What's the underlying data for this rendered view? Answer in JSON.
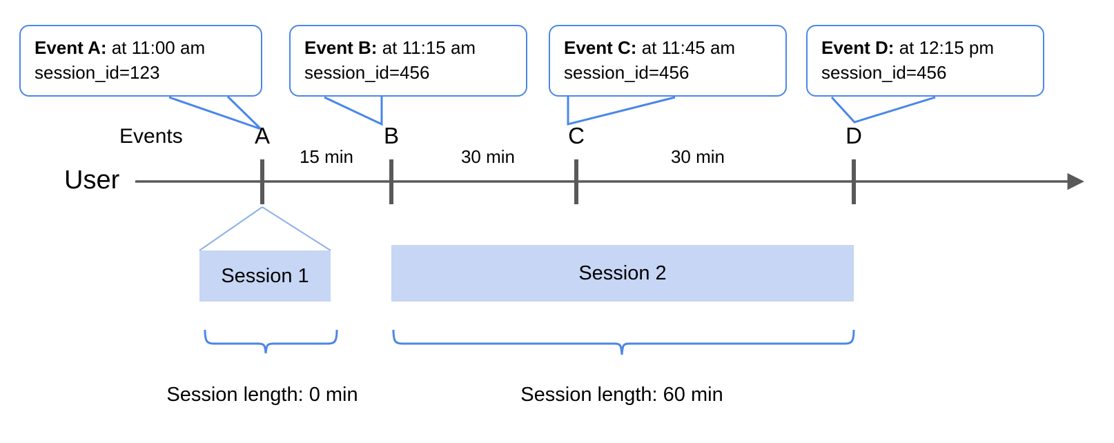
{
  "diagram": {
    "title_axis_labels": {
      "events_row": "Events",
      "user_row": "User"
    },
    "callouts": [
      {
        "id": "A",
        "label": "Event A:",
        "time_text": " at 11:00 am",
        "session_line": "session_id=123"
      },
      {
        "id": "B",
        "label": "Event B:",
        "time_text": " at 11:15 am",
        "session_line": "session_id=456"
      },
      {
        "id": "C",
        "label": "Event C:",
        "time_text": " at 11:45 am",
        "session_line": "session_id=456"
      },
      {
        "id": "D",
        "label": "Event D:",
        "time_text": " at 12:15 pm",
        "session_line": "session_id=456"
      }
    ],
    "ticks": [
      {
        "letter": "A"
      },
      {
        "letter": "B"
      },
      {
        "letter": "C"
      },
      {
        "letter": "D"
      }
    ],
    "intervals": [
      {
        "text": "15 min"
      },
      {
        "text": "30 min"
      },
      {
        "text": "30 min"
      }
    ],
    "sessions": [
      {
        "name": "Session 1",
        "length_label": "Session length: 0 min"
      },
      {
        "name": "Session 2",
        "length_label": "Session length: 60 min"
      }
    ],
    "colors": {
      "accent_blue": "#4a86e8",
      "session_fill": "#c6d6f4",
      "axis_gray": "#595959"
    }
  }
}
